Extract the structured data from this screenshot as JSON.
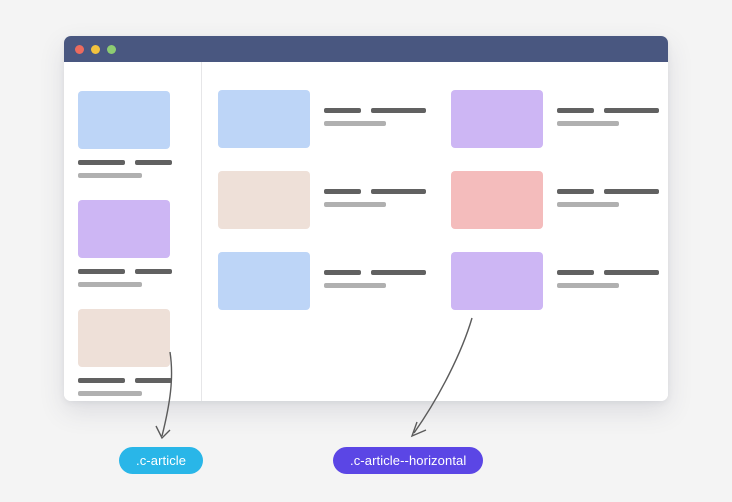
{
  "background_color": "#f4f4f4",
  "window": {
    "title_bar": {
      "background_color": "#495780",
      "traffic_lights": [
        {
          "name": "close",
          "color": "#ec6b5e"
        },
        {
          "name": "minimize",
          "color": "#f2c23e"
        },
        {
          "name": "maximize",
          "color": "#8dcc72"
        }
      ]
    },
    "sidebar": {
      "divider_color": "#e6e6e8",
      "cards": [
        {
          "variant": "c-article",
          "thumb_color": "#bdd5f7",
          "lines": {
            "title_a": "",
            "title_b": "",
            "subtitle": ""
          }
        },
        {
          "variant": "c-article",
          "thumb_color": "#cdb6f4",
          "lines": {
            "title_a": "",
            "title_b": "",
            "subtitle": ""
          }
        },
        {
          "variant": "c-article",
          "thumb_color": "#eee0d8",
          "lines": {
            "title_a": "",
            "title_b": "",
            "subtitle": ""
          }
        }
      ]
    },
    "main": {
      "cards": [
        {
          "variant": "c-article--horizontal",
          "thumb_color": "#bdd5f7",
          "column": 1,
          "row": 1
        },
        {
          "variant": "c-article--horizontal",
          "thumb_color": "#cdb6f4",
          "column": 2,
          "row": 1
        },
        {
          "variant": "c-article--horizontal",
          "thumb_color": "#eee0d8",
          "column": 1,
          "row": 2
        },
        {
          "variant": "c-article--horizontal",
          "thumb_color": "#f4bcbc",
          "column": 2,
          "row": 2
        },
        {
          "variant": "c-article--horizontal",
          "thumb_color": "#bdd5f7",
          "column": 1,
          "row": 3
        },
        {
          "variant": "c-article--horizontal",
          "thumb_color": "#cdb6f4",
          "column": 2,
          "row": 3
        }
      ]
    }
  },
  "annotations": {
    "pills": [
      {
        "label": ".c-article",
        "color": "#29b6e8",
        "text_color": "#ffffff"
      },
      {
        "label": ".c-article--horizontal",
        "color": "#5b46e5",
        "text_color": "#ffffff"
      }
    ],
    "arrows": [
      {
        "name": "arrow-to-article",
        "direction": "down",
        "color": "#5b5b5b"
      },
      {
        "name": "arrow-to-article-horizontal",
        "direction": "down-left",
        "color": "#5b5b5b"
      }
    ]
  },
  "skeleton": {
    "line_color": "#616161",
    "subline_color": "#b0b0b0"
  }
}
